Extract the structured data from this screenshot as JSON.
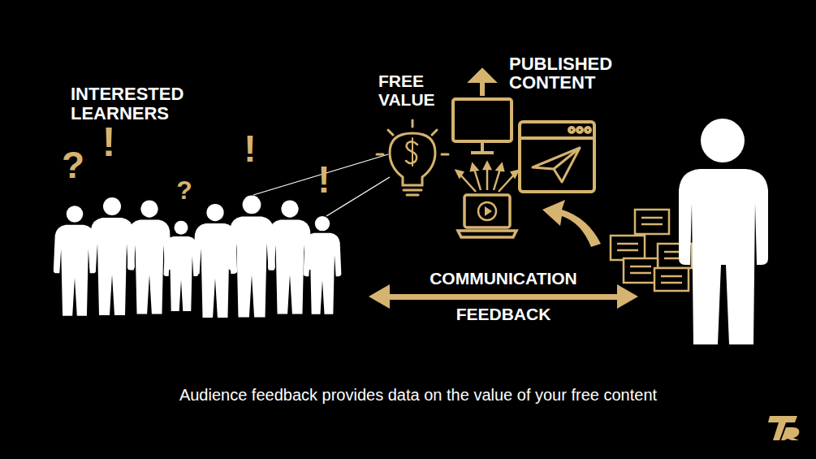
{
  "diagram": {
    "caption": "Audience feedback provides data on the value of your free content",
    "labels": [
      "INTERESTED LEARNERS",
      "FREE VALUE",
      "PUBLISHED CONTENT",
      "?",
      "!",
      "?",
      "!",
      "!",
      "COMMUNICATION",
      "FEEDBACK"
    ]
  }
}
